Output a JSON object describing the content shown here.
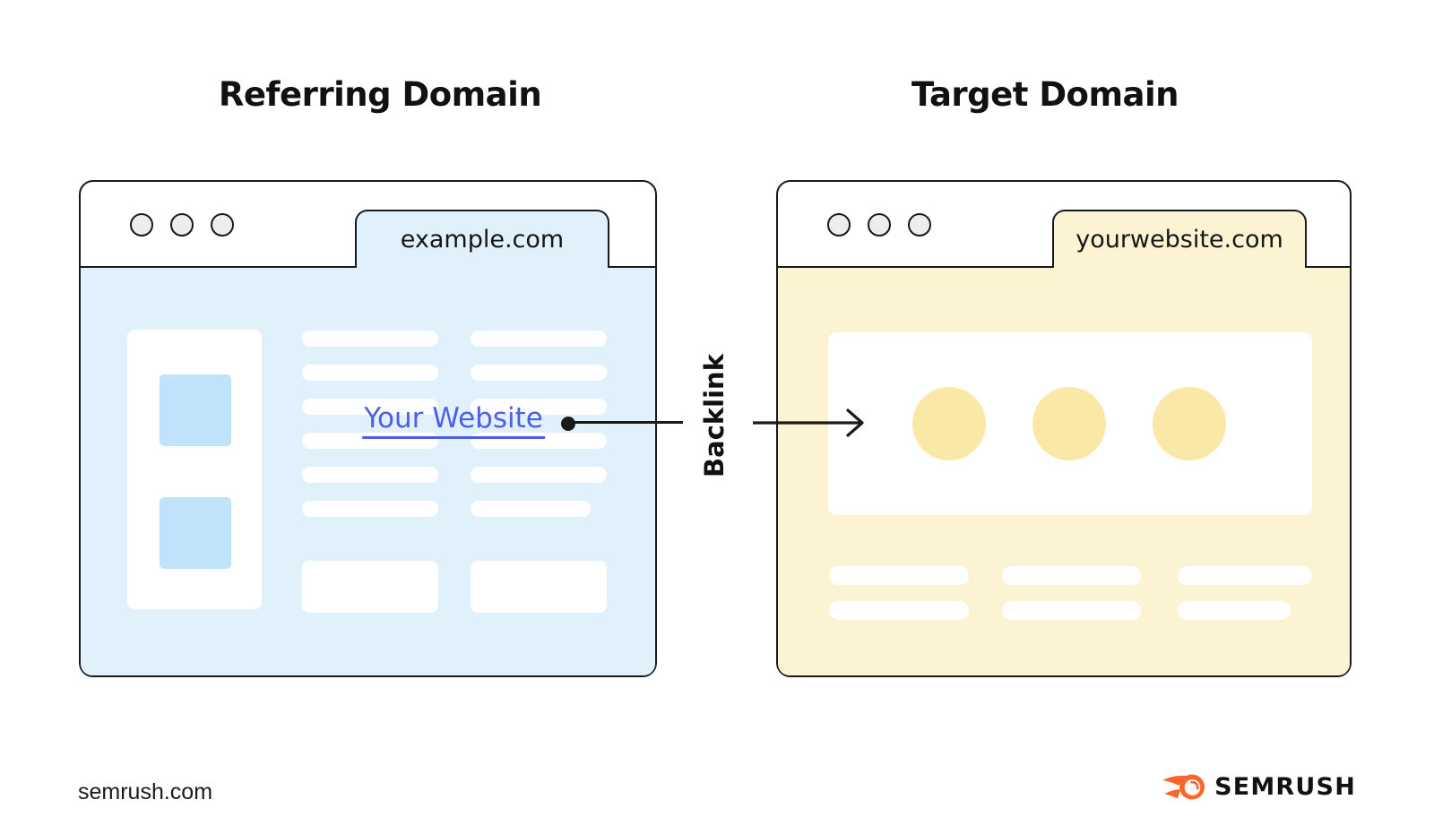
{
  "titles": {
    "referring": "Referring Domain",
    "target": "Target Domain"
  },
  "referring_window": {
    "tab_label": "example.com",
    "link_text": "Your Website"
  },
  "target_window": {
    "tab_label": "yourwebsite.com"
  },
  "backlink": {
    "label": "Backlink"
  },
  "footer": {
    "site": "semrush.com",
    "brand": "SEMRUSH"
  },
  "icons": {
    "window_controls": "three-circle-window-controls",
    "arrow": "arrow-right",
    "link_anchor": "black-dot",
    "brand": "semrush-flame-comet"
  },
  "colors": {
    "ink": "#1a1a1a",
    "blue_bg": "#E1F1FC",
    "blue_accent": "#BEE3FA",
    "yellow_bg": "#FBF3D2",
    "yellow_accent": "#FAE9A6",
    "link": "#4C5FE6",
    "dot_fill": "#EDEDED",
    "brand_orange": "#FF642D"
  }
}
